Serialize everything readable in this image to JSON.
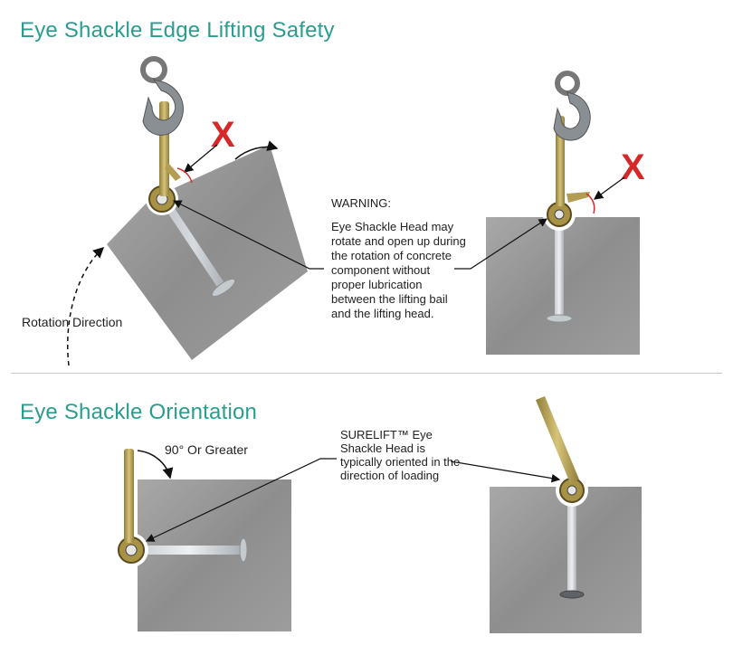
{
  "section1": {
    "title": "Eye Shackle Edge Lifting Safety",
    "warning_title": "WARNING:",
    "warning_text": "Eye Shackle Head may rotate and open up during the rotation of concrete component without proper lubrication between the lifting bail and the lifting head.",
    "rotation_label": "Rotation Direction",
    "x_mark": "X"
  },
  "section2": {
    "title": "Eye Shackle Orientation",
    "angle_label": "90° Or Greater",
    "note_text": "SURELIFT™ Eye Shackle Head is typically oriented in the direction of loading"
  },
  "colors": {
    "title": "#2a9d8f",
    "x_mark": "#d62828",
    "concrete": "#9a9a9a",
    "shackle": "#b9a45c"
  }
}
